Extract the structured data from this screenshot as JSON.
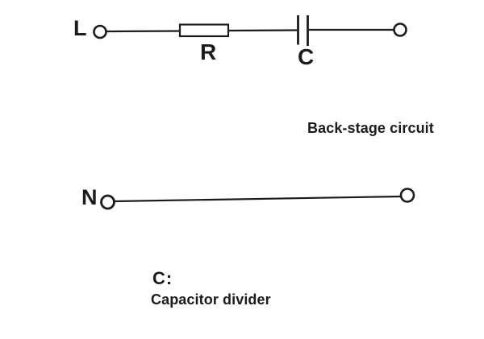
{
  "colors": {
    "ink": "#1b1b1b",
    "background": "#ffffff"
  },
  "circuit": {
    "l_label": "L",
    "n_label": "N",
    "r_label": "R",
    "c_label": "C"
  },
  "captions": {
    "back_stage": "Back-stage circuit",
    "c_heading": "C:",
    "c_description": "Capacitor divider"
  }
}
